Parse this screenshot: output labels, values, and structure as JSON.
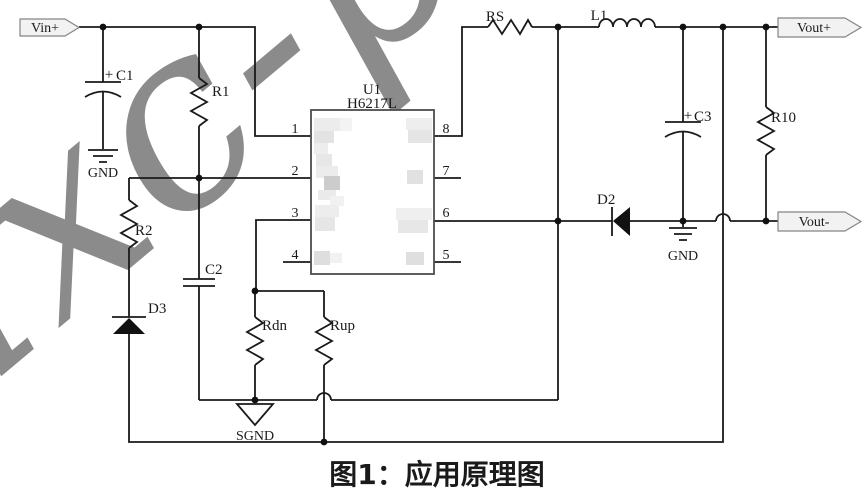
{
  "caption": "图1：应用原理图",
  "watermark": {
    "text": "hxc-pow",
    "color": "#cfcfcf"
  },
  "colors": {
    "wire": "#1a1a1a",
    "tag_fill": "#f2f2f2",
    "tag_border": "#858585",
    "ic_border": "#4d4d4d"
  },
  "ic": {
    "ref_des": "U1",
    "part_number": "H6217L",
    "left_pins": [
      "1",
      "2",
      "3",
      "4"
    ],
    "right_pins": [
      "8",
      "7",
      "6",
      "5"
    ]
  },
  "ports": {
    "vin_plus": "Vin+",
    "vout_plus": "Vout+",
    "vout_minus": "Vout-"
  },
  "labels": {
    "c1": "C1",
    "c1_plus": "+",
    "r1": "R1",
    "r2": "R2",
    "c2": "C2",
    "d3": "D3",
    "rdn": "Rdn",
    "rup": "Rup",
    "rs": "RS",
    "l1": "L1",
    "c3": "C3",
    "c3_plus": "+",
    "r10": "R10",
    "d2": "D2",
    "gnd_left": "GND",
    "gnd_right": "GND",
    "sgnd": "SGND"
  }
}
